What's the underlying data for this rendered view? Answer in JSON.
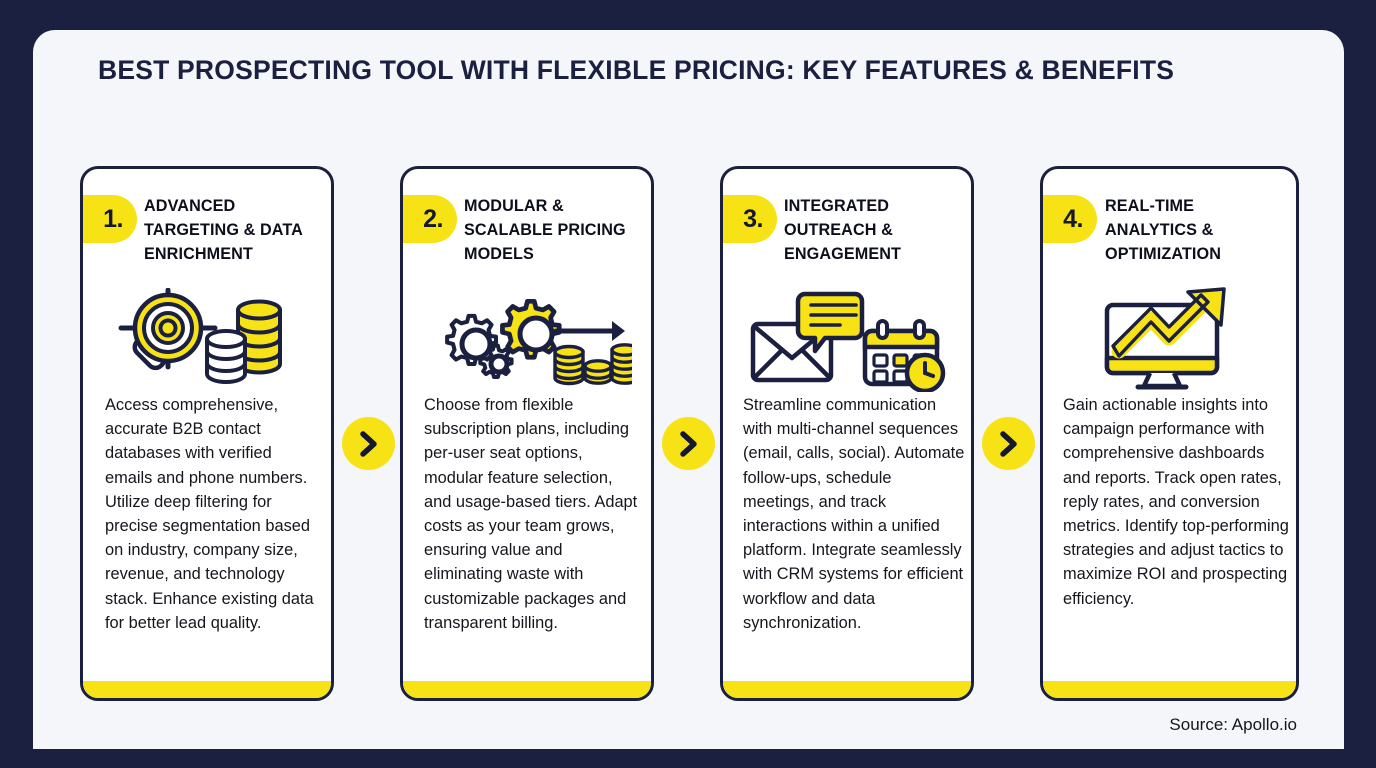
{
  "header": {
    "title": "BEST PROSPECTING TOOL WITH FLEXIBLE PRICING: KEY FEATURES & BENEFITS"
  },
  "colors": {
    "background": "#1b2040",
    "panel": "#f4f6fa",
    "accent_yellow": "#f6e215",
    "ink_navy": "#1b2040",
    "card_white": "#ffffff"
  },
  "cards": [
    {
      "number": "1.",
      "title": "ADVANCED TARGETING & DATA ENRICHMENT",
      "icon": "target-magnifier-database-icon",
      "body": "Access comprehensive, accurate B2B contact databases with verified emails and phone numbers. Utilize deep filtering for precise segmentation based on industry, company size, revenue, and technology stack. Enhance existing data for better lead quality."
    },
    {
      "number": "2.",
      "title": "MODULAR & SCALABLE PRICING MODELS",
      "icon": "gears-coins-growth-icon",
      "body": "Choose from flexible subscription plans, including per-user seat options, modular feature selection, and usage-based tiers. Adapt costs as your team grows, ensuring value and eliminating waste with customizable packages and transparent billing."
    },
    {
      "number": "3.",
      "title": "INTEGRATED OUTREACH & ENGAGEMENT",
      "icon": "email-chat-calendar-clock-icon",
      "body": "Streamline communication with multi-channel sequences (email, calls, social). Automate follow-ups, schedule meetings, and track interactions within a unified platform. Integrate seamlessly with CRM systems for efficient workflow and data synchronization."
    },
    {
      "number": "4.",
      "title": "REAL-TIME ANALYTICS & OPTIMIZATION",
      "icon": "monitor-growth-chart-icon",
      "body": "Gain actionable insights into campaign performance with comprehensive dashboards and reports. Track open rates, reply rates, and conversion metrics. Identify top-performing strategies and adjust tactics to maximize ROI and prospecting efficiency."
    }
  ],
  "connectors": [
    {
      "icon": "chevron-right-icon"
    },
    {
      "icon": "chevron-right-icon"
    },
    {
      "icon": "chevron-right-icon"
    }
  ],
  "footer": {
    "source": "Source: Apollo.io"
  }
}
